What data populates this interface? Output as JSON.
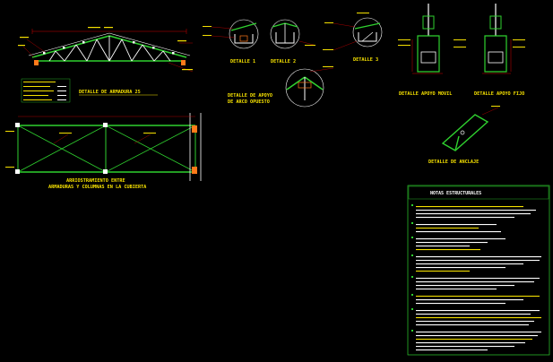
{
  "colors": {
    "background": "#000000",
    "truss": "#2fd12f",
    "steel": "#ffffff",
    "dimension": "#d00000",
    "text": "#f5e000",
    "anchor": "#ff7a1a",
    "notes_frame": "#2fd12f"
  },
  "titles": {
    "truss_detail": "DETALLE DE ARMADURA 25",
    "detail_1": "DETALLE 1",
    "detail_2": "DETALLE 2",
    "detail_3": "DETALLE 3",
    "ridge_support_line1": "DETALLE DE APOYO",
    "ridge_support_line2": "DE ARCO OPUESTO",
    "movable_support": "DETALLE APOYO MOVIL",
    "fixed_support": "DETALLE APOYO FIJO",
    "anchor_detail": "DETALLE DE ANCLAJE",
    "bracing_line1": "ARRIOSTRAMIENTO ENTRE",
    "bracing_line2": "ARMADURAS Y COLUMNAS EN LA CUBIERTA",
    "notes_heading": "NOTAS ESTRUCTURALES"
  }
}
